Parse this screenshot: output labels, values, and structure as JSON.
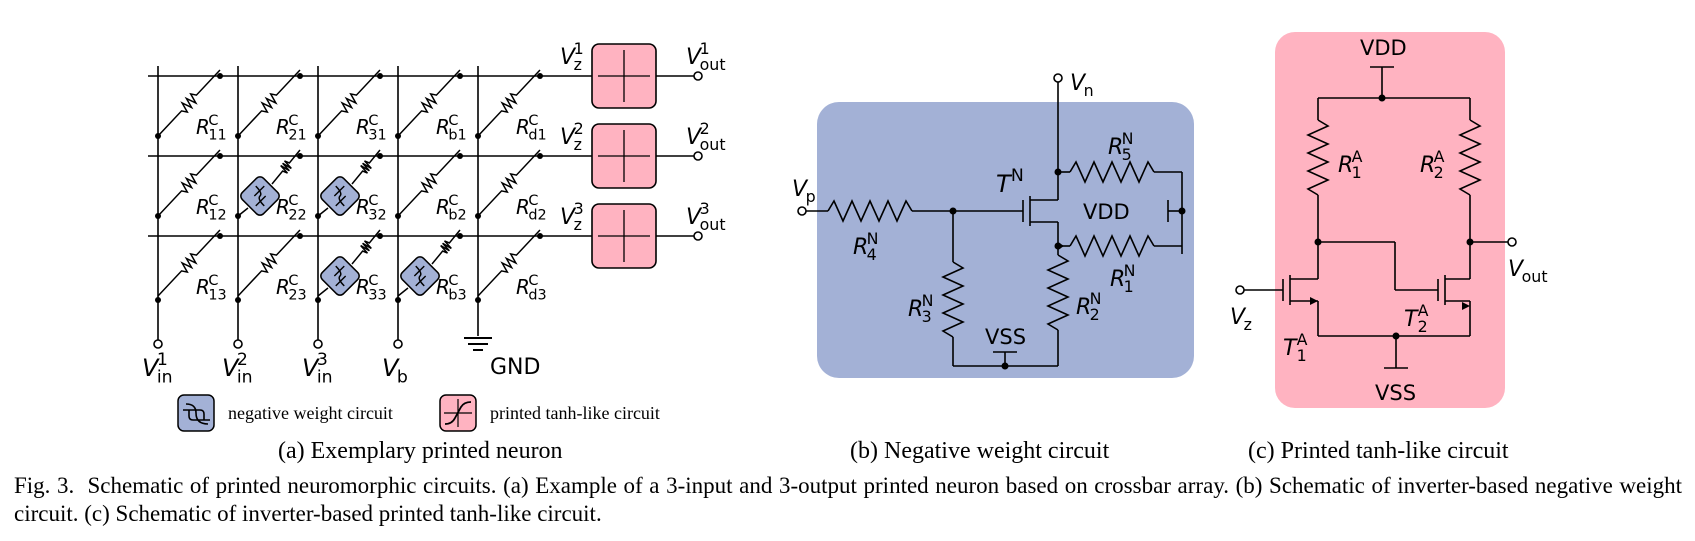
{
  "caption": {
    "fig_label": "Fig. 3.",
    "text": "Schematic of printed neuromorphic circuits. (a) Example of a 3-input and 3-output printed neuron based on crossbar array. (b) Schematic of inverter-based negative weight circuit. (c) Schematic of inverter-based printed tanh-like circuit."
  },
  "subcaptions": {
    "a": "(a) Exemplary printed neuron",
    "b": "(b) Negative weight circuit",
    "c": "(c) Printed tanh-like circuit"
  },
  "legend": {
    "negative": "negative weight circuit",
    "tanh": "printed tanh-like circuit"
  },
  "panel_a": {
    "inputs": [
      {
        "base": "V",
        "sup": "1",
        "sub": "in"
      },
      {
        "base": "V",
        "sup": "2",
        "sub": "in"
      },
      {
        "base": "V",
        "sup": "3",
        "sub": "in"
      },
      {
        "base": "V",
        "sup": "",
        "sub": "b"
      }
    ],
    "gnd": "GND",
    "resistor_rows": [
      [
        {
          "base": "R",
          "sup": "C",
          "sub": "11"
        },
        {
          "base": "R",
          "sup": "C",
          "sub": "21"
        },
        {
          "base": "R",
          "sup": "C",
          "sub": "31"
        },
        {
          "base": "R",
          "sup": "C",
          "sub": "b1"
        },
        {
          "base": "R",
          "sup": "C",
          "sub": "d1"
        }
      ],
      [
        {
          "base": "R",
          "sup": "C",
          "sub": "12"
        },
        {
          "base": "R",
          "sup": "C",
          "sub": "22"
        },
        {
          "base": "R",
          "sup": "C",
          "sub": "32"
        },
        {
          "base": "R",
          "sup": "C",
          "sub": "b2"
        },
        {
          "base": "R",
          "sup": "C",
          "sub": "d2"
        }
      ],
      [
        {
          "base": "R",
          "sup": "C",
          "sub": "13"
        },
        {
          "base": "R",
          "sup": "C",
          "sub": "23"
        },
        {
          "base": "R",
          "sup": "C",
          "sub": "33"
        },
        {
          "base": "R",
          "sup": "C",
          "sub": "b3"
        },
        {
          "base": "R",
          "sup": "C",
          "sub": "d3"
        }
      ]
    ],
    "vz": [
      {
        "base": "V",
        "sup": "1",
        "sub": "z"
      },
      {
        "base": "V",
        "sup": "2",
        "sub": "z"
      },
      {
        "base": "V",
        "sup": "3",
        "sub": "z"
      }
    ],
    "vout": [
      {
        "base": "V",
        "sup": "1",
        "sub": "out"
      },
      {
        "base": "V",
        "sup": "2",
        "sub": "out"
      },
      {
        "base": "V",
        "sup": "3",
        "sub": "out"
      }
    ]
  },
  "panel_b": {
    "vn": {
      "base": "V",
      "sub": "n"
    },
    "vp": {
      "base": "V",
      "sub": "p"
    },
    "tn": {
      "base": "T",
      "sup": "N"
    },
    "r1": {
      "base": "R",
      "sup": "N",
      "sub": "1"
    },
    "r2": {
      "base": "R",
      "sup": "N",
      "sub": "2"
    },
    "r3": {
      "base": "R",
      "sup": "N",
      "sub": "3"
    },
    "r4": {
      "base": "R",
      "sup": "N",
      "sub": "4"
    },
    "r5": {
      "base": "R",
      "sup": "N",
      "sub": "5"
    },
    "vdd": "VDD",
    "vss": "VSS"
  },
  "panel_c": {
    "vdd": "VDD",
    "vss": "VSS",
    "r1": {
      "base": "R",
      "sup": "A",
      "sub": "1"
    },
    "r2": {
      "base": "R",
      "sup": "A",
      "sub": "2"
    },
    "t1": {
      "base": "T",
      "sup": "A",
      "sub": "1"
    },
    "t2": {
      "base": "T",
      "sup": "A",
      "sub": "2"
    },
    "vz": {
      "base": "V",
      "sub": "z"
    },
    "vout": {
      "base": "V",
      "sub": "out"
    }
  },
  "colors": {
    "blue": "#a3b1d6",
    "pink": "#ffb3c1",
    "line": "#000000"
  }
}
